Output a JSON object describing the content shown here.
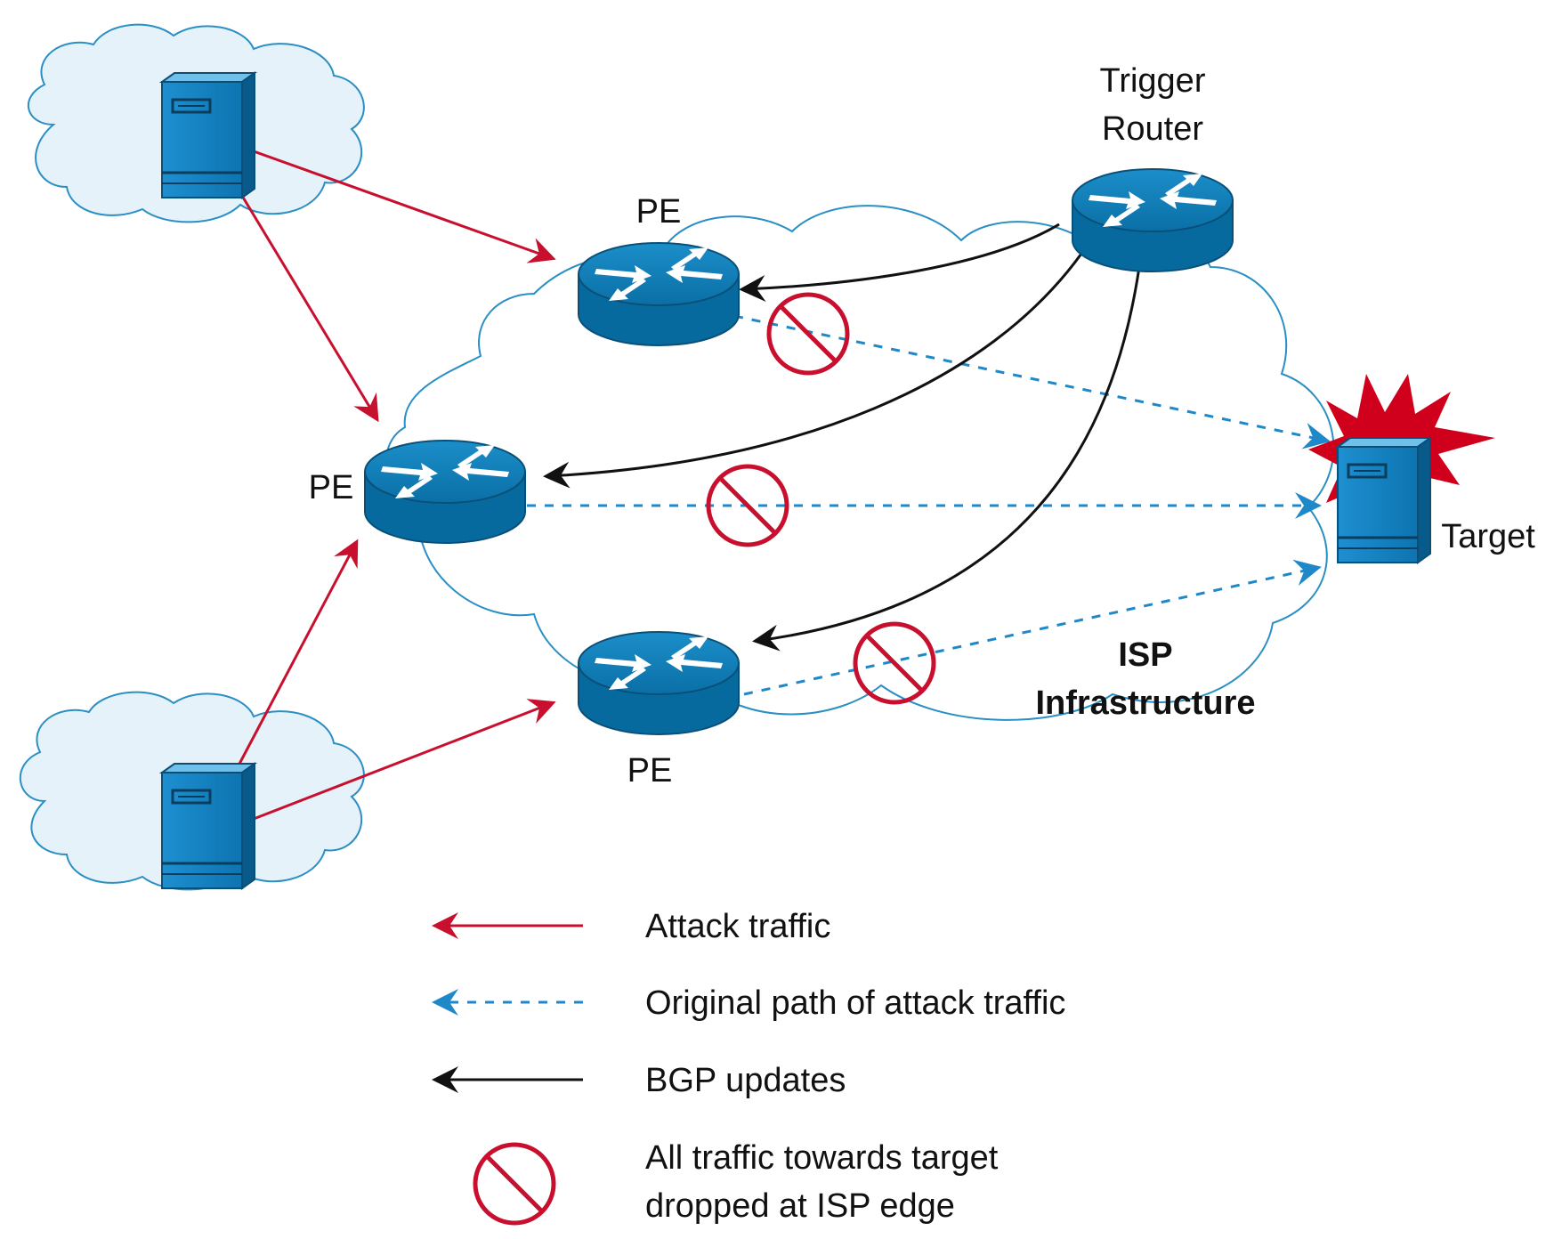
{
  "colors": {
    "attack": "#c8102e",
    "original_path": "#1e88c8",
    "bgp": "#111111",
    "drop": "#c8102e",
    "cloud_stroke": "#2a8fc4",
    "cloud_fill": "#e6f2fa",
    "device": "#0a7ab8",
    "burst": "#d0001c"
  },
  "labels": {
    "trigger_router_line1": "Trigger",
    "trigger_router_line2": "Router",
    "pe_top": "PE",
    "pe_middle": "PE",
    "pe_bottom": "PE",
    "target": "Target",
    "isp_line1": "ISP",
    "isp_line2": "Infrastructure"
  },
  "icons": {
    "server": "server-icon",
    "router": "router-icon",
    "drop": "no-entry-icon",
    "burst": "explosion-icon"
  },
  "legend": {
    "attack_traffic": "Attack traffic",
    "original_path": "Original path of attack traffic",
    "bgp_updates": "BGP updates",
    "drop_line1": "All traffic towards target",
    "drop_line2": "dropped at ISP edge"
  }
}
